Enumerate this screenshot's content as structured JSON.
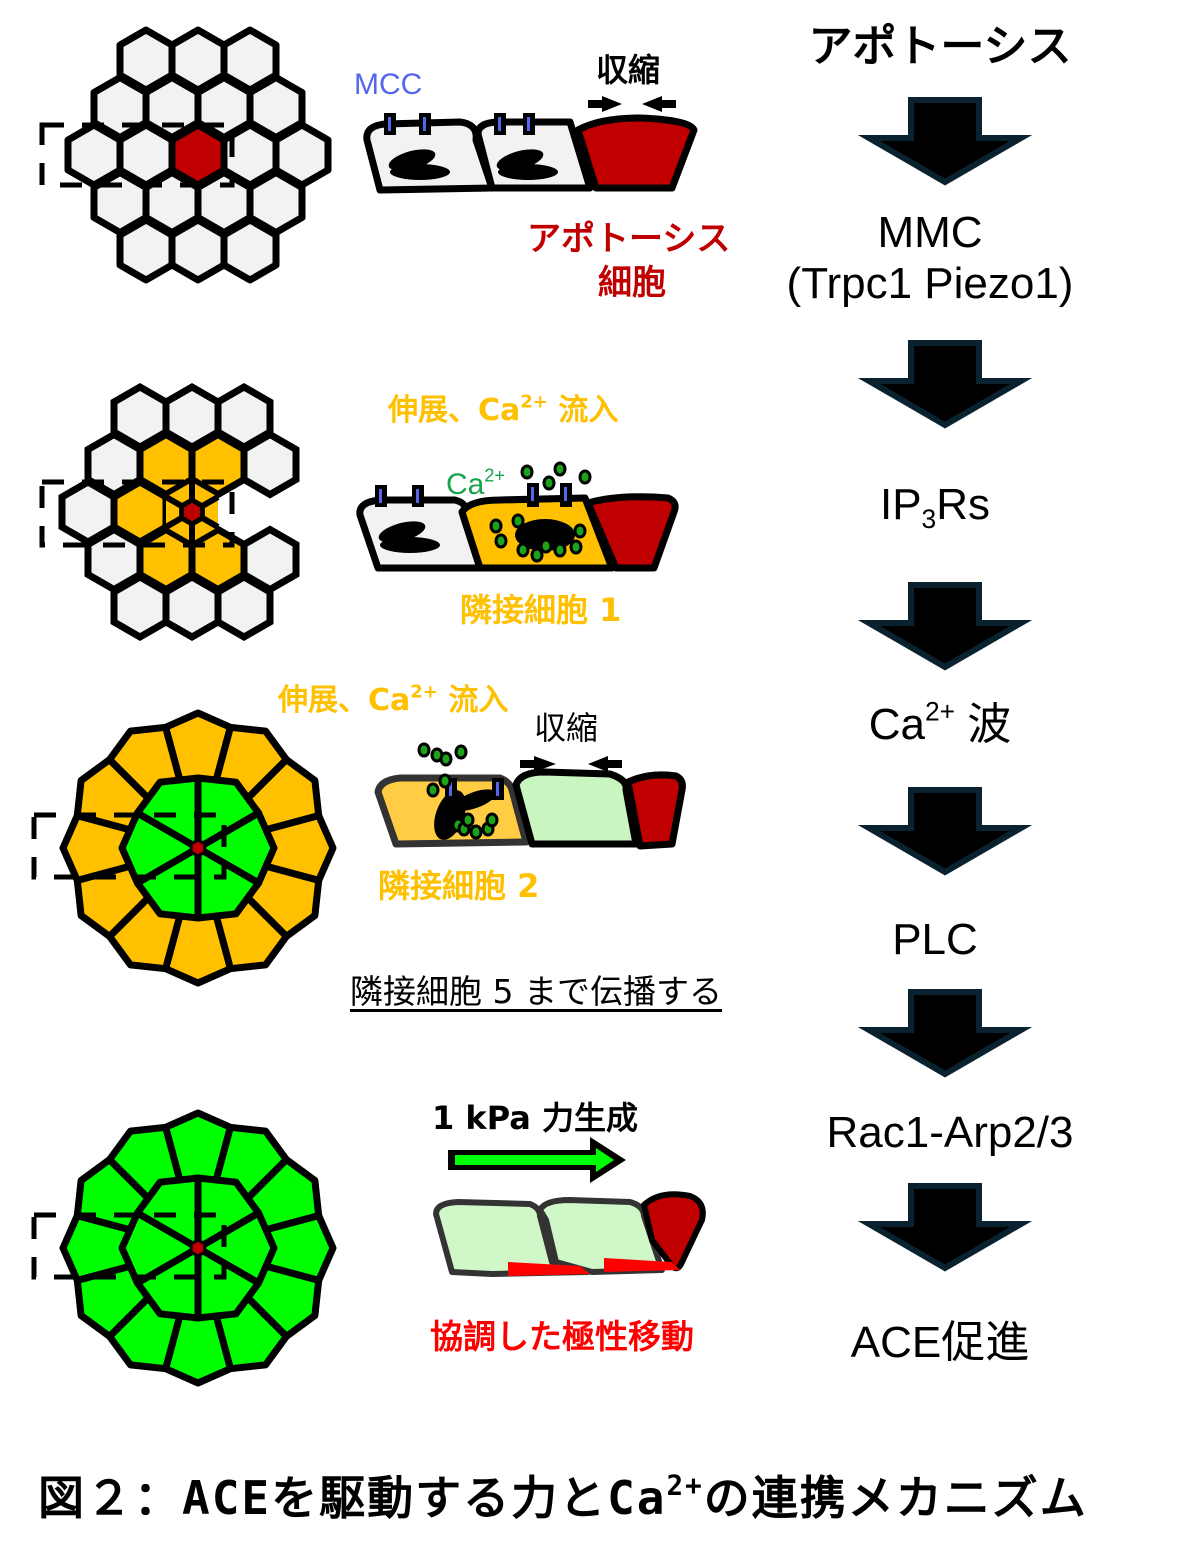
{
  "colors": {
    "apoptotic_cell": "#C00000",
    "resting_cell": "#F2F2F2",
    "neighbor_orange": "#FFC000",
    "neighbor_orange_light": "#FFCC44",
    "active_green": "#00FF00",
    "pale_green": "#C8F5C0",
    "ca_dot": "#1BA31B",
    "mcc_blue": "#5566EE",
    "arrow_fill": "#000000",
    "arrow_stroke": "#0A2230",
    "force_red": "#FF0000"
  },
  "panel1": {
    "mcc_label": "MCC",
    "contraction_label": "収縮",
    "apoptotic_label_line1": "アポトーシス",
    "apoptotic_label_line2": "細胞"
  },
  "panel2": {
    "stretch_label_prefix": "伸展、Ca",
    "stretch_label_sup": "2+",
    "stretch_label_suffix": " 流入",
    "ca_label": "Ca",
    "ca_sup": "2+",
    "neighbor_label": "隣接細胞 1"
  },
  "panel3": {
    "stretch_label_prefix": "伸展、Ca",
    "stretch_label_sup": "2+",
    "stretch_label_suffix": " 流入",
    "contraction_label": "収縮",
    "neighbor_label": "隣接細胞 2",
    "propagation_note": "隣接細胞 5 まで伝播する"
  },
  "panel4": {
    "force_label": "1 kPa 力生成",
    "migration_label": "協調した極性移動"
  },
  "pathway": {
    "steps": [
      {
        "main": "アポトーシス"
      },
      {
        "main": "MMC",
        "sub": "(Trpc1 Piezo1)"
      },
      {
        "prefix": "IP",
        "subscript": "3",
        "suffix": "Rs"
      },
      {
        "prefix": "Ca",
        "superscript": "2+",
        "suffix": " 波"
      },
      {
        "main": "PLC"
      },
      {
        "main": "Rac1-Arp2/3"
      },
      {
        "main": "ACE促進"
      }
    ]
  },
  "caption": {
    "prefix": "図２：ACEを駆動する力とCa",
    "sup": "2+",
    "suffix": "の連携メカニズム"
  }
}
